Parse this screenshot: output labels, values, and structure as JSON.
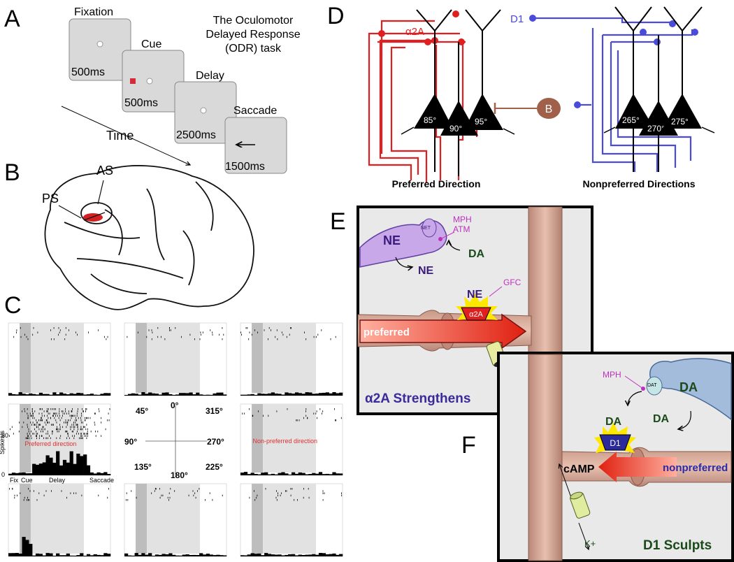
{
  "panels": {
    "A": "A",
    "B": "B",
    "C": "C",
    "D": "D",
    "E": "E",
    "F": "F"
  },
  "odr": {
    "title_lines": [
      "The Oculomotor",
      "Delayed Response",
      "(ODR) task"
    ],
    "time_label": "Time",
    "screens": [
      {
        "name": "Fixation",
        "duration": "500ms"
      },
      {
        "name": "Cue",
        "duration": "500ms"
      },
      {
        "name": "Delay",
        "duration": "2500ms"
      },
      {
        "name": "Saccade",
        "duration": "1500ms"
      }
    ]
  },
  "brain": {
    "labels": [
      "AS",
      "PS"
    ],
    "target_color": "#d42020"
  },
  "raster": {
    "ylabel": "Spikes/s",
    "y_ticks": [
      "80",
      "0"
    ],
    "epochs": [
      "Fix",
      "Cue",
      "Delay",
      "Saccade"
    ],
    "preferred_label": "Preferred direction",
    "nonpreferred_label": "Non-preferred direction",
    "directions": [
      "0°",
      "45°",
      "90°",
      "135°",
      "180°",
      "225°",
      "270°",
      "315°"
    ],
    "highlight_color": "#e03030"
  },
  "network": {
    "receptor_labels": [
      "α2A",
      "D1"
    ],
    "neurons_preferred": [
      "85°",
      "90°",
      "95°"
    ],
    "neurons_nonpreferred": [
      "265°",
      "270°",
      "275°"
    ],
    "interneuron": "B",
    "group_labels": [
      "Preferred Direction",
      "Nonpreferred Directions"
    ],
    "colors": {
      "a2a": "#e02020",
      "d1": "#4a4adb",
      "interneuron": "#a0604a"
    }
  },
  "panel_e": {
    "ne_terminal": "NE",
    "net": "NET",
    "drugs": [
      "MPH",
      "ATM"
    ],
    "ne_released": "NE",
    "da": "DA",
    "gfc": "GFC",
    "receptor_ligand": "NE",
    "receptor": "α2A",
    "input": "preferred",
    "caption": "α2A Strengthens"
  },
  "panel_f": {
    "mph": "MPH",
    "dat": "DAT",
    "da_terminal": "DA",
    "da_released": "DA",
    "receptor_ligand": "DA",
    "receptor": "D1",
    "camp": "cAMP",
    "input": "nonpreferred",
    "k_ion": "K+",
    "caption": "D1 Sculpts"
  }
}
